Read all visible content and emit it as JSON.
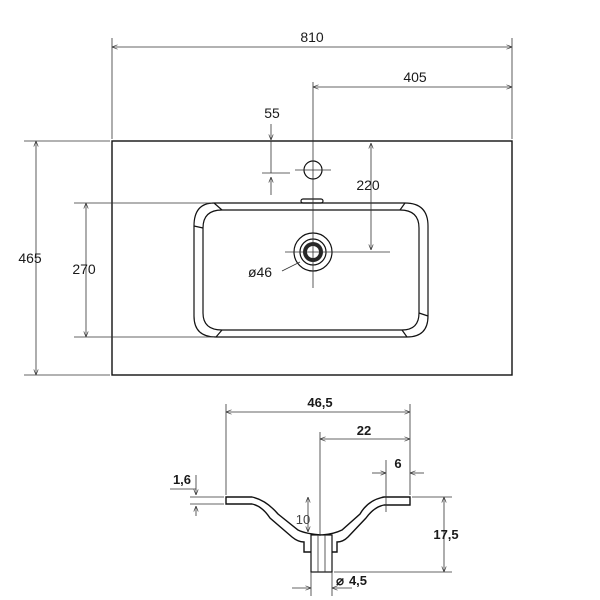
{
  "top_view": {
    "overall_width": "810",
    "half_width": "405",
    "tap_hole_offset": "55",
    "drain_depth": "220",
    "overall_depth": "465",
    "basin_depth": "270",
    "drain_diameter": "ø46"
  },
  "section_view": {
    "overall_width": "46,5",
    "half_width": "22",
    "rim_width": "6",
    "slab_thickness": "1,6",
    "basin_inner_depth": "10",
    "total_height": "17,5",
    "drain_diameter": "4,5",
    "diameter_symbol": "⌀"
  }
}
